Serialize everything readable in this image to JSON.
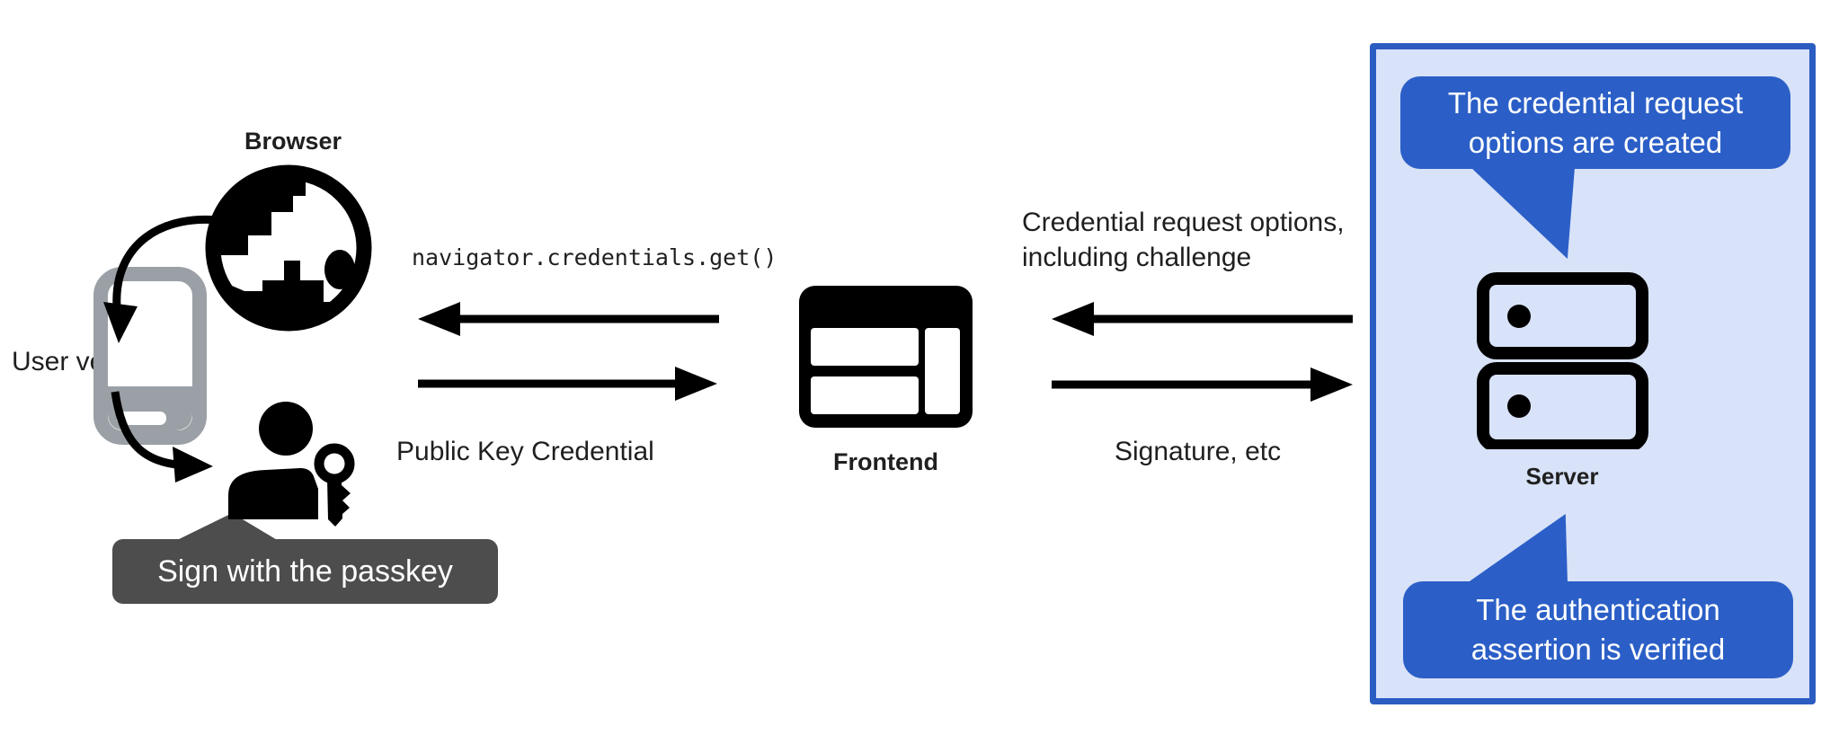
{
  "diagram": {
    "left": {
      "browser_label": "Browser",
      "user_verification_label": "User verification",
      "passkey_tooltip": "Sign with the passkey"
    },
    "messages": {
      "get_call": "navigator.credentials.get()",
      "public_key_credential": "Public Key Credential",
      "credential_request_line1": "Credential request options,",
      "credential_request_line2": "including challenge",
      "signature": "Signature, etc"
    },
    "center": {
      "frontend_label": "Frontend"
    },
    "server_panel": {
      "server_label": "Server",
      "bubble_top_line1": "The credential request",
      "bubble_top_line2": "options are created",
      "bubble_bottom_line1": "The authentication",
      "bubble_bottom_line2": "assertion is verified"
    },
    "icons": {
      "globe": "globe-icon",
      "smartphone": "smartphone-icon",
      "user_key": "user-with-key-icon",
      "frontend": "browser-window-icon",
      "server": "server-stack-icon"
    },
    "colors": {
      "accent_blue": "#2b5fc7",
      "panel_fill": "#d8e2f8",
      "panel_border": "#2b5cc2",
      "tooltip_gray": "#4d4d4d",
      "phone_gray": "#9aa0a6",
      "ink": "#1f1f1f",
      "white": "#ffffff"
    }
  }
}
